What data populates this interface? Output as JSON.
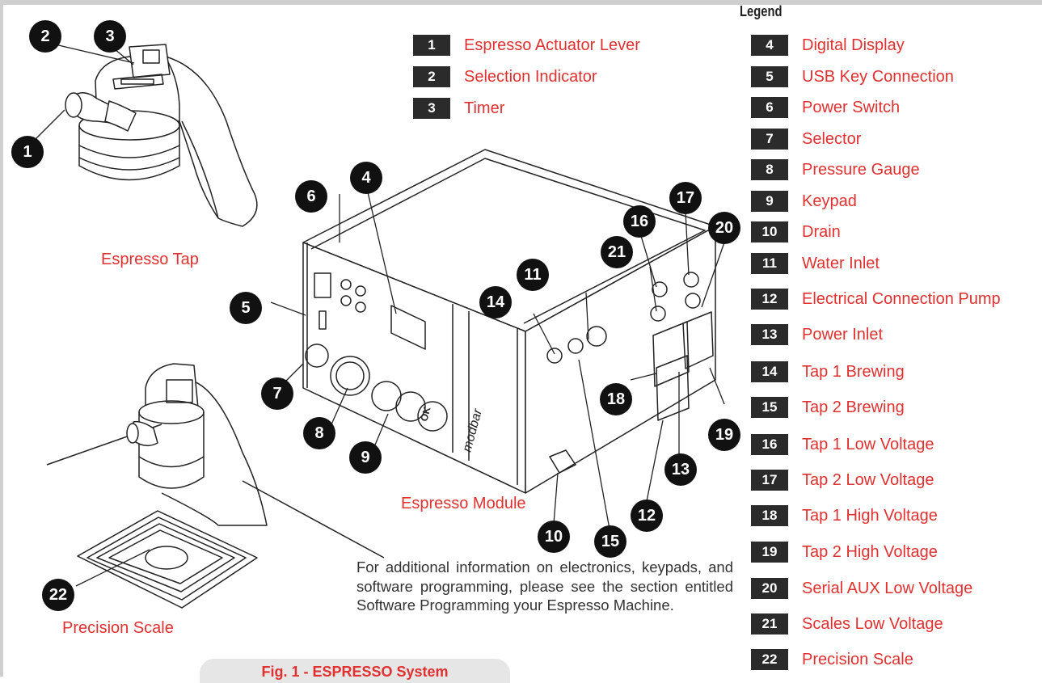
{
  "legend": {
    "title": "Legend",
    "items": [
      {
        "num": "1",
        "label": "Espresso Actuator Lever"
      },
      {
        "num": "2",
        "label": "Selection Indicator"
      },
      {
        "num": "3",
        "label": "Timer"
      },
      {
        "num": "4",
        "label": "Digital Display"
      },
      {
        "num": "5",
        "label": "USB Key Connection"
      },
      {
        "num": "6",
        "label": "Power Switch"
      },
      {
        "num": "7",
        "label": "Selector"
      },
      {
        "num": "8",
        "label": "Pressure Gauge"
      },
      {
        "num": "9",
        "label": "Keypad"
      },
      {
        "num": "10",
        "label": "Drain"
      },
      {
        "num": "11",
        "label": "Water Inlet"
      },
      {
        "num": "12",
        "label": "Electrical Connection Pump"
      },
      {
        "num": "13",
        "label": "Power Inlet"
      },
      {
        "num": "14",
        "label": "Tap 1 Brewing"
      },
      {
        "num": "15",
        "label": "Tap 2 Brewing"
      },
      {
        "num": "16",
        "label": "Tap 1 Low Voltage"
      },
      {
        "num": "17",
        "label": "Tap 2 Low Voltage"
      },
      {
        "num": "18",
        "label": "Tap 1 High Voltage"
      },
      {
        "num": "19",
        "label": "Tap 2 High Voltage"
      },
      {
        "num": "20",
        "label": "Serial AUX Low Voltage"
      },
      {
        "num": "21",
        "label": "Scales Low Voltage"
      },
      {
        "num": "22",
        "label": "Precision Scale"
      }
    ]
  },
  "captions": {
    "tap": "Espresso Tap",
    "module": "Espresso Module",
    "scale": "Precision Scale"
  },
  "callouts": [
    "1",
    "2",
    "3",
    "4",
    "5",
    "6",
    "7",
    "8",
    "9",
    "10",
    "11",
    "12",
    "13",
    "14",
    "15",
    "16",
    "17",
    "18",
    "19",
    "20",
    "21",
    "22"
  ],
  "note": "For additional information on electronics, keypads, and software programming, please see the section entitled Software Programming your Espresso Machine.",
  "figure_caption": "Fig. 1 - ESPRESSO System",
  "device_labels": {
    "brand": "modbar",
    "ok_key": "OK"
  },
  "colors": {
    "accent": "#e03030",
    "badge": "#2b2b2b",
    "callout": "#111111"
  }
}
